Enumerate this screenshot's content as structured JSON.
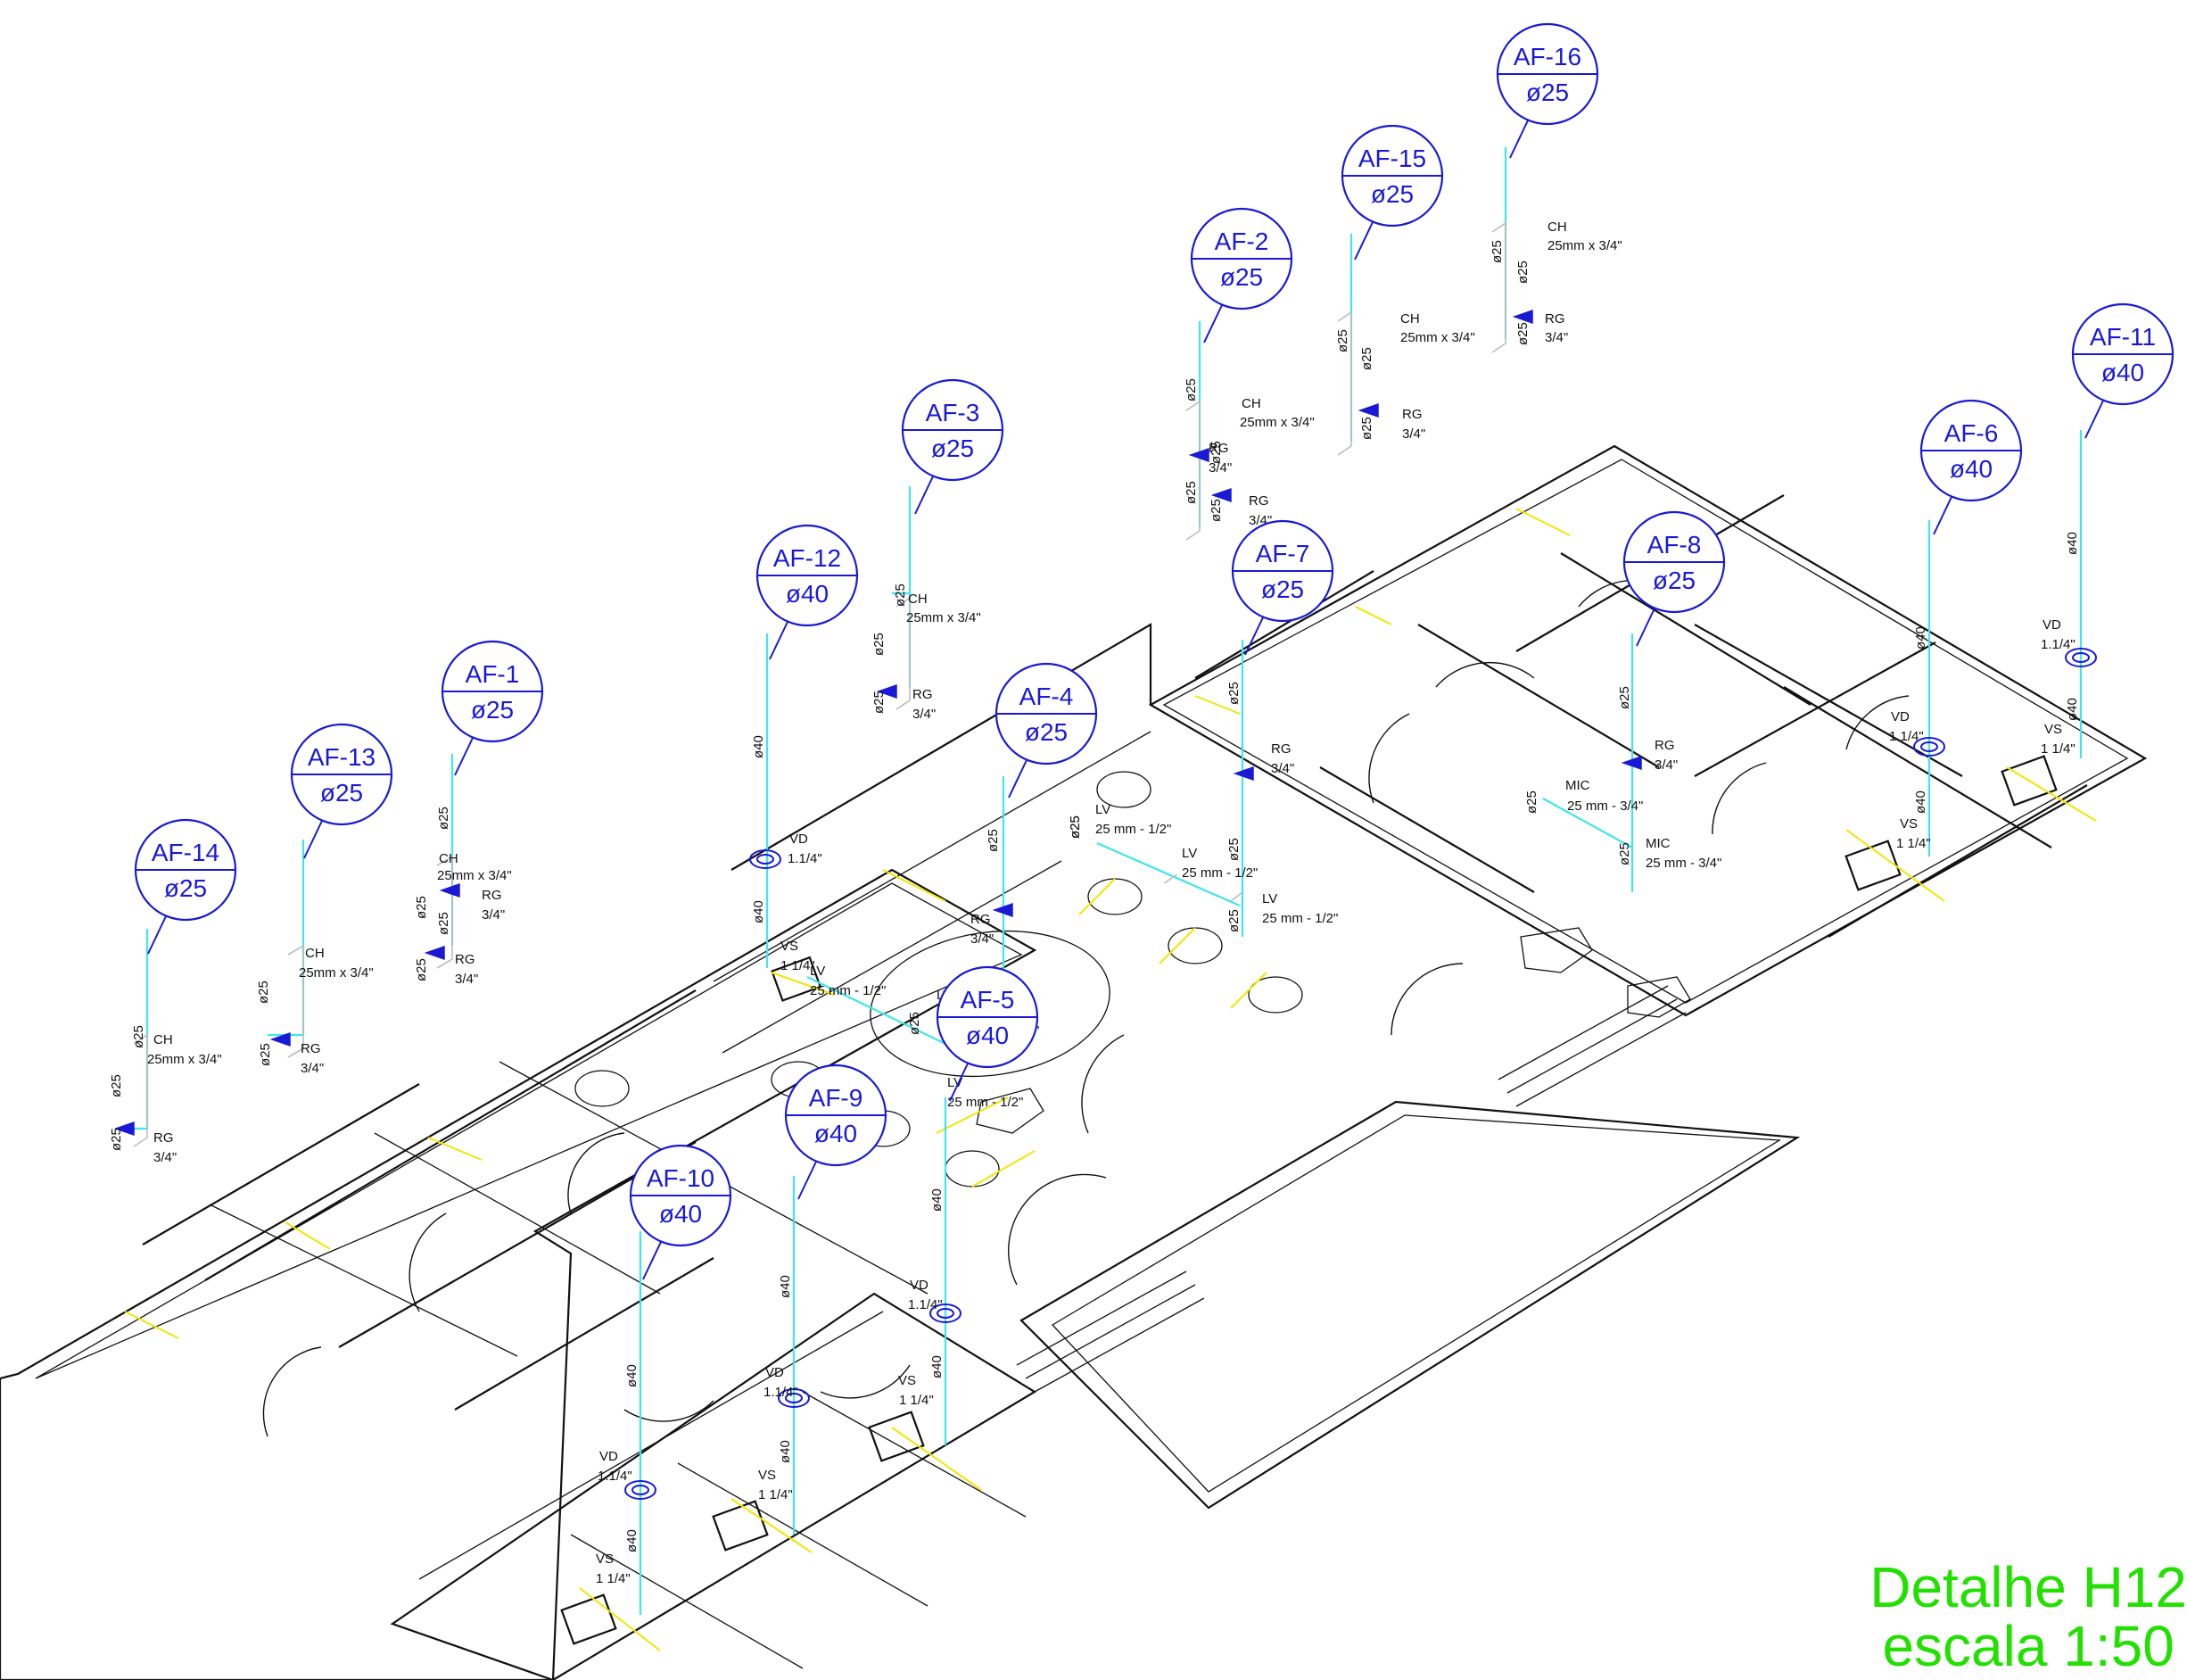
{
  "tags": [
    {
      "id": "AF-14",
      "diam": "ø25"
    },
    {
      "id": "AF-13",
      "diam": "ø25"
    },
    {
      "id": "AF-1",
      "diam": "ø25"
    },
    {
      "id": "AF-12",
      "diam": "ø40"
    },
    {
      "id": "AF-3",
      "diam": "ø25"
    },
    {
      "id": "AF-4",
      "diam": "ø25"
    },
    {
      "id": "AF-2",
      "diam": "ø25"
    },
    {
      "id": "AF-15",
      "diam": "ø25"
    },
    {
      "id": "AF-16",
      "diam": "ø25"
    },
    {
      "id": "AF-7",
      "diam": "ø25"
    },
    {
      "id": "AF-8",
      "diam": "ø25"
    },
    {
      "id": "AF-6",
      "diam": "ø40"
    },
    {
      "id": "AF-11",
      "diam": "ø40"
    },
    {
      "id": "AF-5",
      "diam": "ø40"
    },
    {
      "id": "AF-9",
      "diam": "ø40"
    },
    {
      "id": "AF-10",
      "diam": "ø40"
    }
  ],
  "labels": {
    "ch": "CH",
    "ch_size": "25mm x 3/4\"",
    "rg": "RG",
    "rg_size": "3/4\"",
    "vd": "VD",
    "vd_size": "1.1/4\"",
    "vs": "VS",
    "vs_size": "1 1/4\"",
    "lv": "LV",
    "lv_size": "25 mm - 1/2\"",
    "mic": "MIC",
    "mic_size": "25 mm - 3/4\"",
    "d25": "ø25",
    "d40": "ø40"
  },
  "title": {
    "line1": "Detalhe H12",
    "line2": "escala 1:50"
  }
}
